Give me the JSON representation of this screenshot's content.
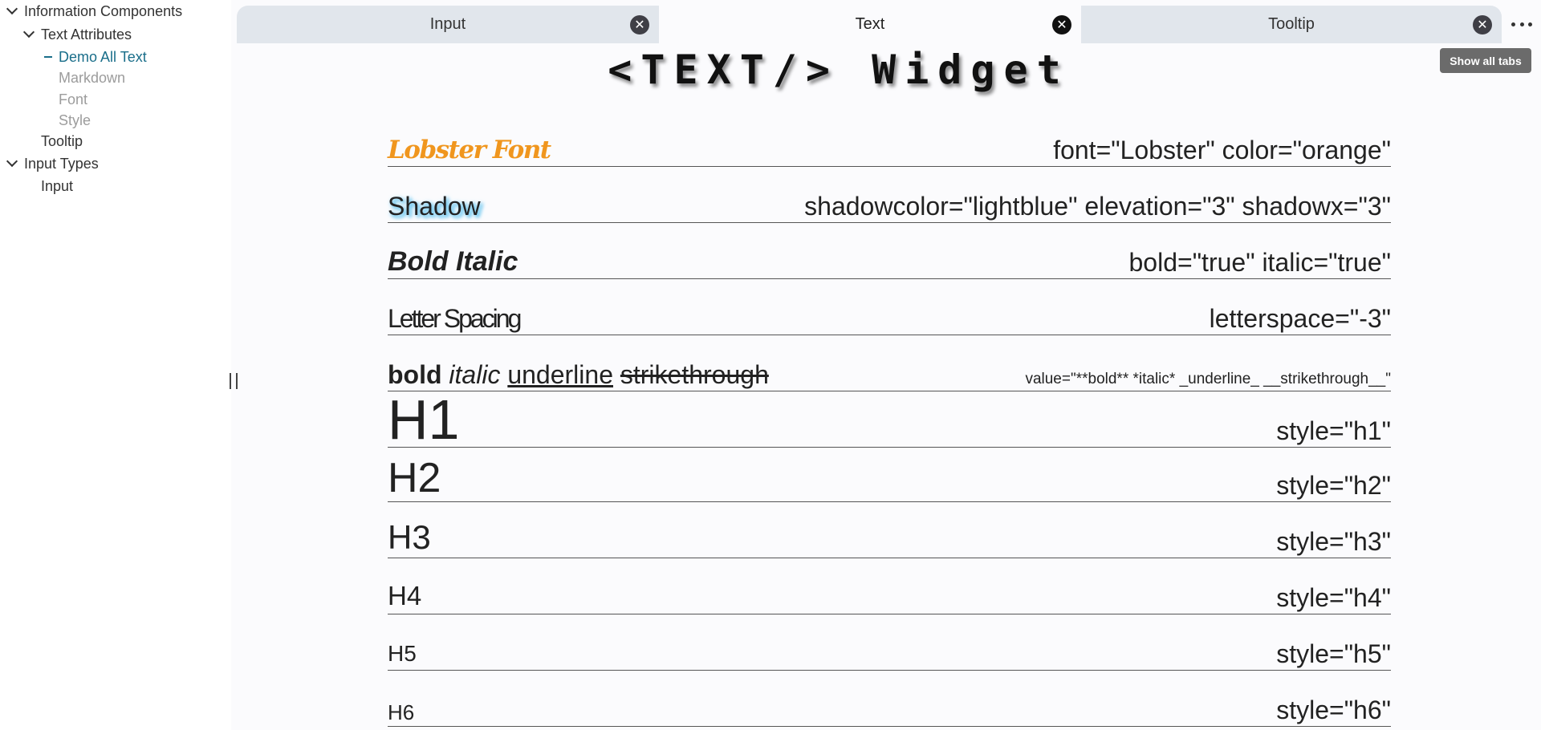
{
  "sidebar": {
    "items": [
      {
        "label": "Information Components"
      },
      {
        "label": "Text Attributes"
      },
      {
        "label": "Demo All Text"
      },
      {
        "label": "Markdown"
      },
      {
        "label": "Font"
      },
      {
        "label": "Style"
      },
      {
        "label": "Tooltip"
      },
      {
        "label": "Input Types"
      },
      {
        "label": "Input"
      }
    ]
  },
  "tabs": [
    {
      "label": "Input"
    },
    {
      "label": "Text"
    },
    {
      "label": "Tooltip"
    }
  ],
  "tab_close_glyph": "✕",
  "tooltip": "Show all tabs",
  "title": "<TEXT/> Widget",
  "rows": {
    "lobster": {
      "left": "Lobster Font",
      "right": "font=\"Lobster\" color=\"orange\""
    },
    "shadow": {
      "left": "Shadow",
      "right": "shadowcolor=\"lightblue\" elevation=\"3\" shadowx=\"3\""
    },
    "bolditalic": {
      "left": "Bold Italic",
      "right": "bold=\"true\" italic=\"true\""
    },
    "letterspace": {
      "left": "Letter Spacing",
      "right": "letterspace=\"-3\""
    },
    "markdown": {
      "bold": "bold",
      "italic": "italic",
      "underline": "underline",
      "strike": "strikethrough",
      "right": "value=\"**bold** *italic* _underline_ __strikethrough__\""
    },
    "h1": {
      "left": "H1",
      "right": "style=\"h1\""
    },
    "h2": {
      "left": "H2",
      "right": "style=\"h2\""
    },
    "h3": {
      "left": "H3",
      "right": "style=\"h3\""
    },
    "h4": {
      "left": "H4",
      "right": "style=\"h4\""
    },
    "h5": {
      "left": "H5",
      "right": "style=\"h5\""
    },
    "h6": {
      "left": "H6",
      "right": "style=\"h6\""
    }
  },
  "colors": {
    "accent": "#1a6e8a",
    "lobster": "#f0961e",
    "shadow_glow": "#6ec8f0"
  }
}
